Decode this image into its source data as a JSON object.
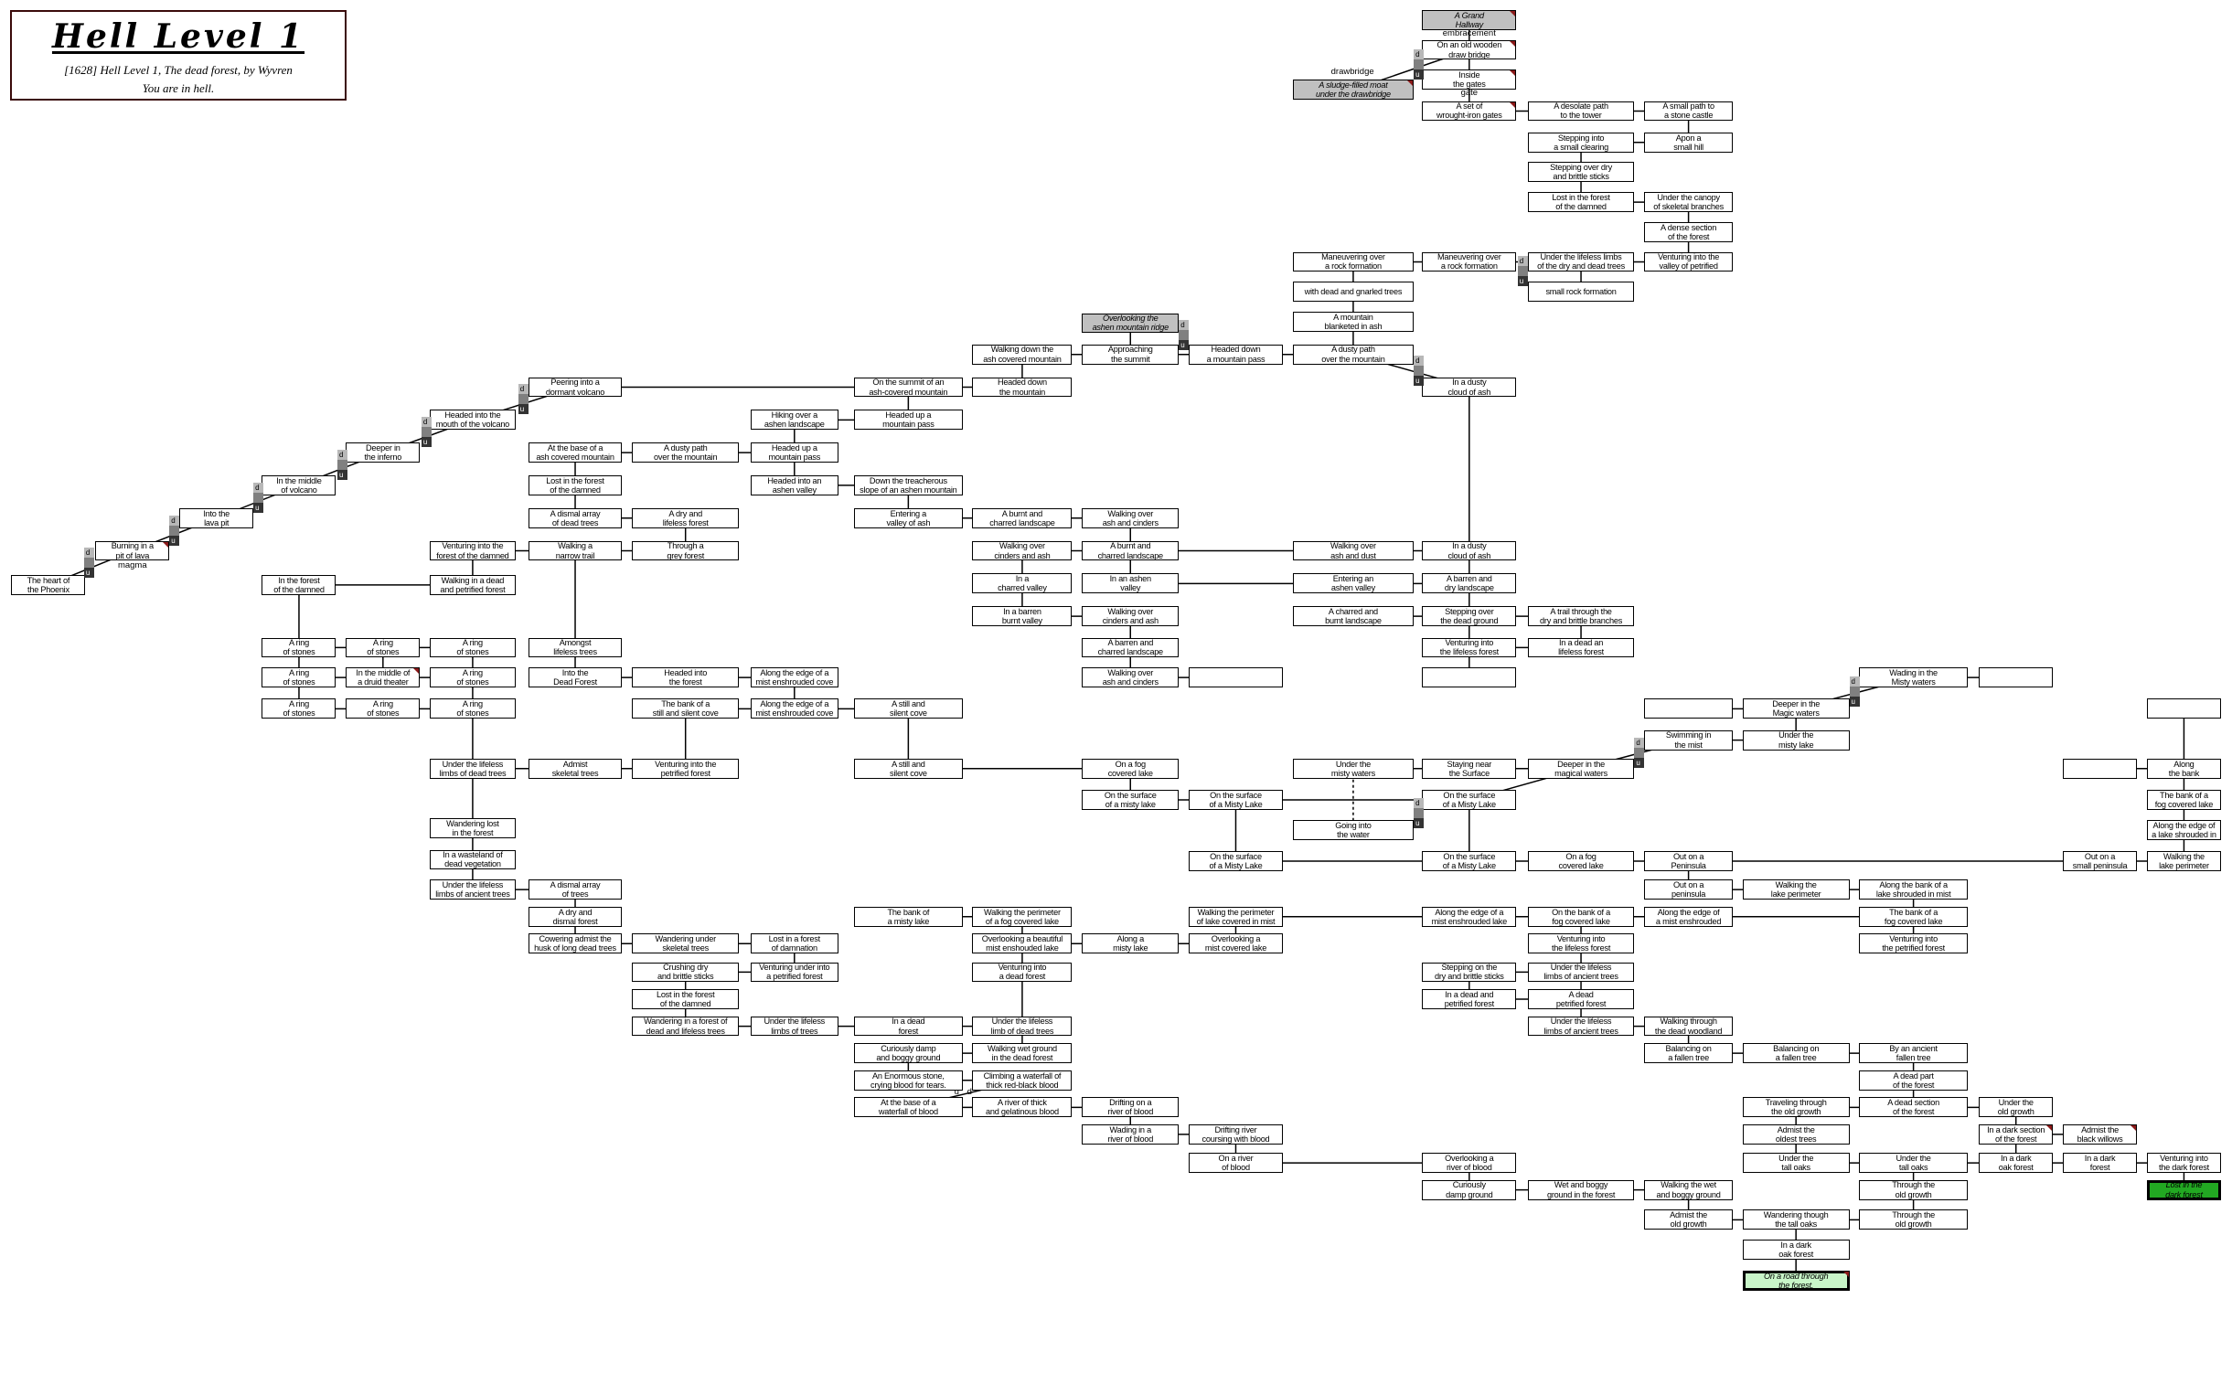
{
  "header": {
    "title": "Hell Level 1",
    "subtitle": "[1628] Hell Level 1, The dead forest, by Wyvren",
    "tagline": "You are in hell."
  },
  "markers": {
    "d": "d",
    "u": "u"
  },
  "edge_labels": [
    "embracement",
    "gate",
    "drawbridge",
    "magma",
    "u",
    "d"
  ],
  "colors": {
    "gray": "#c0c0c0",
    "current_room": "#c8f5c8",
    "lost_room": "#22a822",
    "flag": "#8b1a1a"
  },
  "nodes": [
    {
      "text": "A Grand\nHallway",
      "style": "gray"
    },
    {
      "text": "On an old wooden\ndraw bridge"
    },
    {
      "text": "Inside\nthe gates"
    },
    {
      "text": "A set of\nwrought-iron gates"
    },
    {
      "text": "A sludge-filled moat\nunder the drawbridge",
      "style": "gray"
    },
    {
      "text": "A desolate path\nto the tower"
    },
    {
      "text": "A small path to\na stone castle"
    },
    {
      "text": "Stepping into\na small clearing"
    },
    {
      "text": "Apon a\nsmall hill"
    },
    {
      "text": "Stepping over dry\nand brittle sticks"
    },
    {
      "text": "Lost in the forest\nof the damned"
    },
    {
      "text": "Under the canopy\nof skeletal branches"
    },
    {
      "text": "A dense section\nof the forest"
    },
    {
      "text": "Maneuvering over\na rock formation"
    },
    {
      "text": "Maneuvering over\na rock formation"
    },
    {
      "text": "Under the lifeless limbs\nof the dry and dead trees"
    },
    {
      "text": "Venturing into the\nvalley of petrified"
    },
    {
      "text": "with dead and gnarled trees"
    },
    {
      "text": "small rock formation"
    },
    {
      "text": "A mountain\nblanketed in ash"
    },
    {
      "text": "Overlooking the\nashen mountain ridge",
      "style": "gray"
    },
    {
      "text": "Walking down the\nash covered mountain"
    },
    {
      "text": "Approaching\nthe summit"
    },
    {
      "text": "Headed down\na mountain pass"
    },
    {
      "text": "A dusty path\nover the mountain"
    },
    {
      "text": "Peering into a\ndormant volcano"
    },
    {
      "text": "On the summit of an\nash-covered mountain"
    },
    {
      "text": "Headed down\nthe mountain"
    },
    {
      "text": "In a dusty\ncloud of ash"
    },
    {
      "text": "Hiking over a\nashen landscape"
    },
    {
      "text": "Headed up a\nmountain pass"
    },
    {
      "text": "Headed into the\nmouth of the volcano"
    },
    {
      "text": "Deeper in\nthe inferno"
    },
    {
      "text": "At the base of a\nash covered mountain"
    },
    {
      "text": "A dusty path\nover the mountain"
    },
    {
      "text": "Headed up a\nmountain pass"
    },
    {
      "text": "In the middle\nof volcano"
    },
    {
      "text": "Lost in the forest\nof the damned"
    },
    {
      "text": "Headed into an\nashen valley"
    },
    {
      "text": "Down the treacherous\nslope of an ashen mountain"
    },
    {
      "text": "Into the\nlava pit"
    },
    {
      "text": "A dismal array\nof dead trees"
    },
    {
      "text": "A dry and\nlifeless forest"
    },
    {
      "text": "Entering a\nvalley of ash"
    },
    {
      "text": "A burnt and\ncharred landscape"
    },
    {
      "text": "Walking over\nash and cinders"
    },
    {
      "text": "Burning in a\npit of lava"
    },
    {
      "text": "Venturing into the\nforest of the damned"
    },
    {
      "text": "Walking a\nnarrow trail"
    },
    {
      "text": "Through a\ngrey forest"
    },
    {
      "text": "Walking over\ncinders and ash"
    },
    {
      "text": "A burnt and\ncharred landscape"
    },
    {
      "text": "Walking over\nash and dust"
    },
    {
      "text": "In a dusty\ncloud of ash"
    },
    {
      "text": "The heart of\nthe Phoenix"
    },
    {
      "text": "In the forest\nof the damned"
    },
    {
      "text": "Walking in a dead\nand petrified forest"
    },
    {
      "text": "In a\ncharred valley"
    },
    {
      "text": "In an ashen\nvalley"
    },
    {
      "text": "Entering an\nashen valley"
    },
    {
      "text": "A barren and\ndry landscape"
    },
    {
      "text": "In a barren\nburnt valley"
    },
    {
      "text": "Walking over\ncinders and ash"
    },
    {
      "text": "A charred and\nburnt landscape"
    },
    {
      "text": "Stepping over\nthe dead ground"
    },
    {
      "text": "A trail through the\ndry and brittle branches"
    },
    {
      "text": "Amongst\nlifeless trees"
    },
    {
      "text": "A ring\nof stones"
    },
    {
      "text": "A ring\nof stones"
    },
    {
      "text": "A ring\nof stones"
    },
    {
      "text": "A barren and\ncharred landscape"
    },
    {
      "text": "Venturing into\nthe lifeless forest"
    },
    {
      "text": "In a dead an\nlifeless forest"
    },
    {
      "text": "A ring\nof stones"
    },
    {
      "text": "In the middle of\na druid theater"
    },
    {
      "text": "A ring\nof stones"
    },
    {
      "text": "Into the\nDead Forest"
    },
    {
      "text": "Headed into\nthe forest"
    },
    {
      "text": "Along the edge of a\nmist enshrouded cove"
    },
    {
      "text": "Walking over\nash and cinders"
    },
    {
      "text": ""
    },
    {
      "text": ""
    },
    {
      "text": "Wading in the\nMisty waters"
    },
    {
      "text": ""
    },
    {
      "text": "A ring\nof stones"
    },
    {
      "text": "A ring\nof stones"
    },
    {
      "text": "A ring\nof stones"
    },
    {
      "text": "The bank of a\nstill and silent cove"
    },
    {
      "text": "Along the edge of a\nmist enshrouded cove"
    },
    {
      "text": "A still and\nsilent cove"
    },
    {
      "text": ""
    },
    {
      "text": "Deeper in the\nMagic waters"
    },
    {
      "text": ""
    },
    {
      "text": "Swimming in\nthe mist"
    },
    {
      "text": "Under the\nmisty lake"
    },
    {
      "text": "Under the lifeless\nlimbs of dead trees"
    },
    {
      "text": "Admist\nskeletal trees"
    },
    {
      "text": "Venturing into the\npetrified forest"
    },
    {
      "text": "A still and\nsilent cove"
    },
    {
      "text": "On a fog\ncovered lake"
    },
    {
      "text": "Under the\nmisty waters"
    },
    {
      "text": "Staying near\nthe Surface"
    },
    {
      "text": "Deeper in the\nmagical waters"
    },
    {
      "text": ""
    },
    {
      "text": "Along\nthe bank"
    },
    {
      "text": "On the surface\nof a misty lake"
    },
    {
      "text": "On the surface\nof a Misty Lake"
    },
    {
      "text": "On the surface\nof a Misty Lake"
    },
    {
      "text": "The bank of a\nfog covered lake"
    },
    {
      "text": "Wandering lost\nin the forest"
    },
    {
      "text": "Going into\nthe water"
    },
    {
      "text": "Along the edge of\na lake shrouded in"
    },
    {
      "text": "In a wasteland of\ndead vegetation"
    },
    {
      "text": "On the surface\nof a Misty Lake"
    },
    {
      "text": "On the surface\nof a Misty Lake"
    },
    {
      "text": "On a fog\ncovered lake"
    },
    {
      "text": "Out on a\nPeninsula"
    },
    {
      "text": "Out on a\nsmall peninsula"
    },
    {
      "text": "Walking the\nlake perimeter"
    },
    {
      "text": "Under the lifeless\nlimbs of ancient trees"
    },
    {
      "text": "A dismal array\nof trees"
    },
    {
      "text": "Out on a\npeninsula"
    },
    {
      "text": "Walking the\nlake perimeter"
    },
    {
      "text": "Along the bank of a\nlake shrouded in mist"
    },
    {
      "text": "A dry and\ndismal forest"
    },
    {
      "text": "The bank of\na misty lake"
    },
    {
      "text": "Walking the perimeter\nof a fog covered lake"
    },
    {
      "text": "Walking the perimeter\nof lake covered in mist"
    },
    {
      "text": "Along the edge of a\nmist enshrouded lake"
    },
    {
      "text": "On the bank of a\nfog covered lake"
    },
    {
      "text": "Along the edge of\na mist enshrouded"
    },
    {
      "text": "The bank of a\nfog covered lake"
    },
    {
      "text": "Cowering admist the\nhusk of long dead trees"
    },
    {
      "text": "Wandering under\nskeletal trees"
    },
    {
      "text": "Lost in a forest\nof damnation"
    },
    {
      "text": "Overlooking a beautiful\nmist enshouded lake"
    },
    {
      "text": "Along a\nmisty lake"
    },
    {
      "text": "Overlooking a\nmist covered lake"
    },
    {
      "text": "Venturing into\nthe lifeless forest"
    },
    {
      "text": "Venturing into\nthe petrified forest"
    },
    {
      "text": "Crushing dry\nand brittle sticks"
    },
    {
      "text": "Venturing under into\na petrified forest"
    },
    {
      "text": "Venturing into\na dead forest"
    },
    {
      "text": "Stepping on the\ndry and brittle sticks"
    },
    {
      "text": "Under the lifeless\nlimbs of ancient trees"
    },
    {
      "text": "Lost in the forest\nof the damned"
    },
    {
      "text": "In a dead and\npetrified forest"
    },
    {
      "text": "A dead\npetrified forest"
    },
    {
      "text": "Wandering in a forest of\ndead and lifeless trees"
    },
    {
      "text": "Under the lifeless\nlimbs of trees"
    },
    {
      "text": "In a dead\nforest"
    },
    {
      "text": "Under the lifeless\nlimb of dead trees"
    },
    {
      "text": "Under the lifeless\nlimbs of ancient trees"
    },
    {
      "text": "Walking through\nthe dead woodland"
    },
    {
      "text": "Curiously damp\nand boggy ground"
    },
    {
      "text": "Walking wet ground\nin the dead forest"
    },
    {
      "text": "Balancing on\na fallen tree"
    },
    {
      "text": "Balancing on\na fallen tree"
    },
    {
      "text": "By an ancient\nfallen tree"
    },
    {
      "text": "An Enormous stone,\ncrying blood for tears."
    },
    {
      "text": "Climbing a waterfall of\nthick red-black blood"
    },
    {
      "text": "A dead part\nof the forest"
    },
    {
      "text": "At the base of a\nwaterfall of blood"
    },
    {
      "text": "A river of thick\nand gelatinous blood"
    },
    {
      "text": "Drifting on a\nriver of blood"
    },
    {
      "text": "Traveling through\nthe old growth"
    },
    {
      "text": "A dead section\nof the forest"
    },
    {
      "text": "Under the\nold growth"
    },
    {
      "text": "Wading in a\nriver of blood"
    },
    {
      "text": "Drifting river\ncoursing with blood"
    },
    {
      "text": "Admist the\noldest trees"
    },
    {
      "text": "In a dark section\nof the forest"
    },
    {
      "text": "Admist the\nblack willows"
    },
    {
      "text": "On a river\nof blood"
    },
    {
      "text": "Overlooking a\nriver of blood"
    },
    {
      "text": "Under the\ntall oaks"
    },
    {
      "text": "Under the\ntall oaks"
    },
    {
      "text": "In a dark\noak forest"
    },
    {
      "text": "In a dark\nforest"
    },
    {
      "text": "Venturing into\nthe dark forest"
    },
    {
      "text": "Lost in the\ndark forest",
      "style": "darkgreen"
    },
    {
      "text": "Curiously\ndamp ground"
    },
    {
      "text": "Wet and boggy\nground in the forest"
    },
    {
      "text": "Walking the wet\nand boggy ground"
    },
    {
      "text": "Through the\nold growth"
    },
    {
      "text": "Admist the\nold growth"
    },
    {
      "text": "Wandering though\nthe tall oaks"
    },
    {
      "text": "Through the\nold growth"
    },
    {
      "text": "In a dark\noak forest"
    },
    {
      "text": "On a road through\nthe forest.",
      "style": "lightgreen"
    }
  ]
}
